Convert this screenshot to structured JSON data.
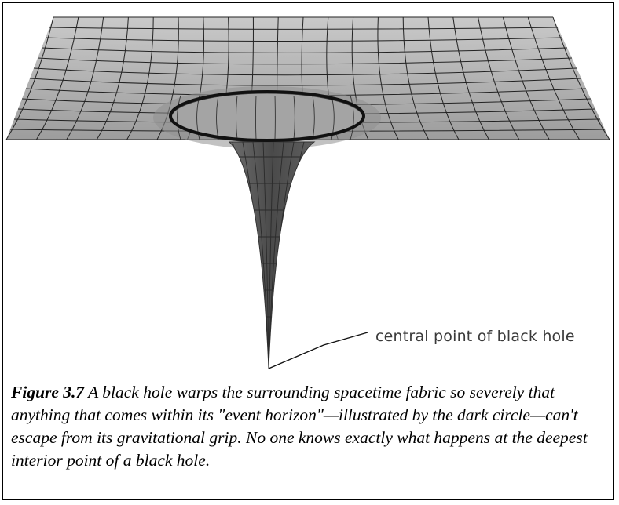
{
  "diagram": {
    "callout_label": "central point of black hole"
  },
  "caption": {
    "figure_number": "Figure 3.7",
    "text": " A black hole warps the surrounding spacetime fabric so severely that anything that comes within its \"event horizon\"—illustrated by the dark circle—can't escape from its gravitational grip. No one knows exactly what happens at the deepest interior point of a black hole."
  },
  "colors": {
    "sheet": "#b7b7b7",
    "grid": "#222222",
    "funnel": "#5a5a5a",
    "event_horizon": "#111111",
    "border": "#000000"
  }
}
